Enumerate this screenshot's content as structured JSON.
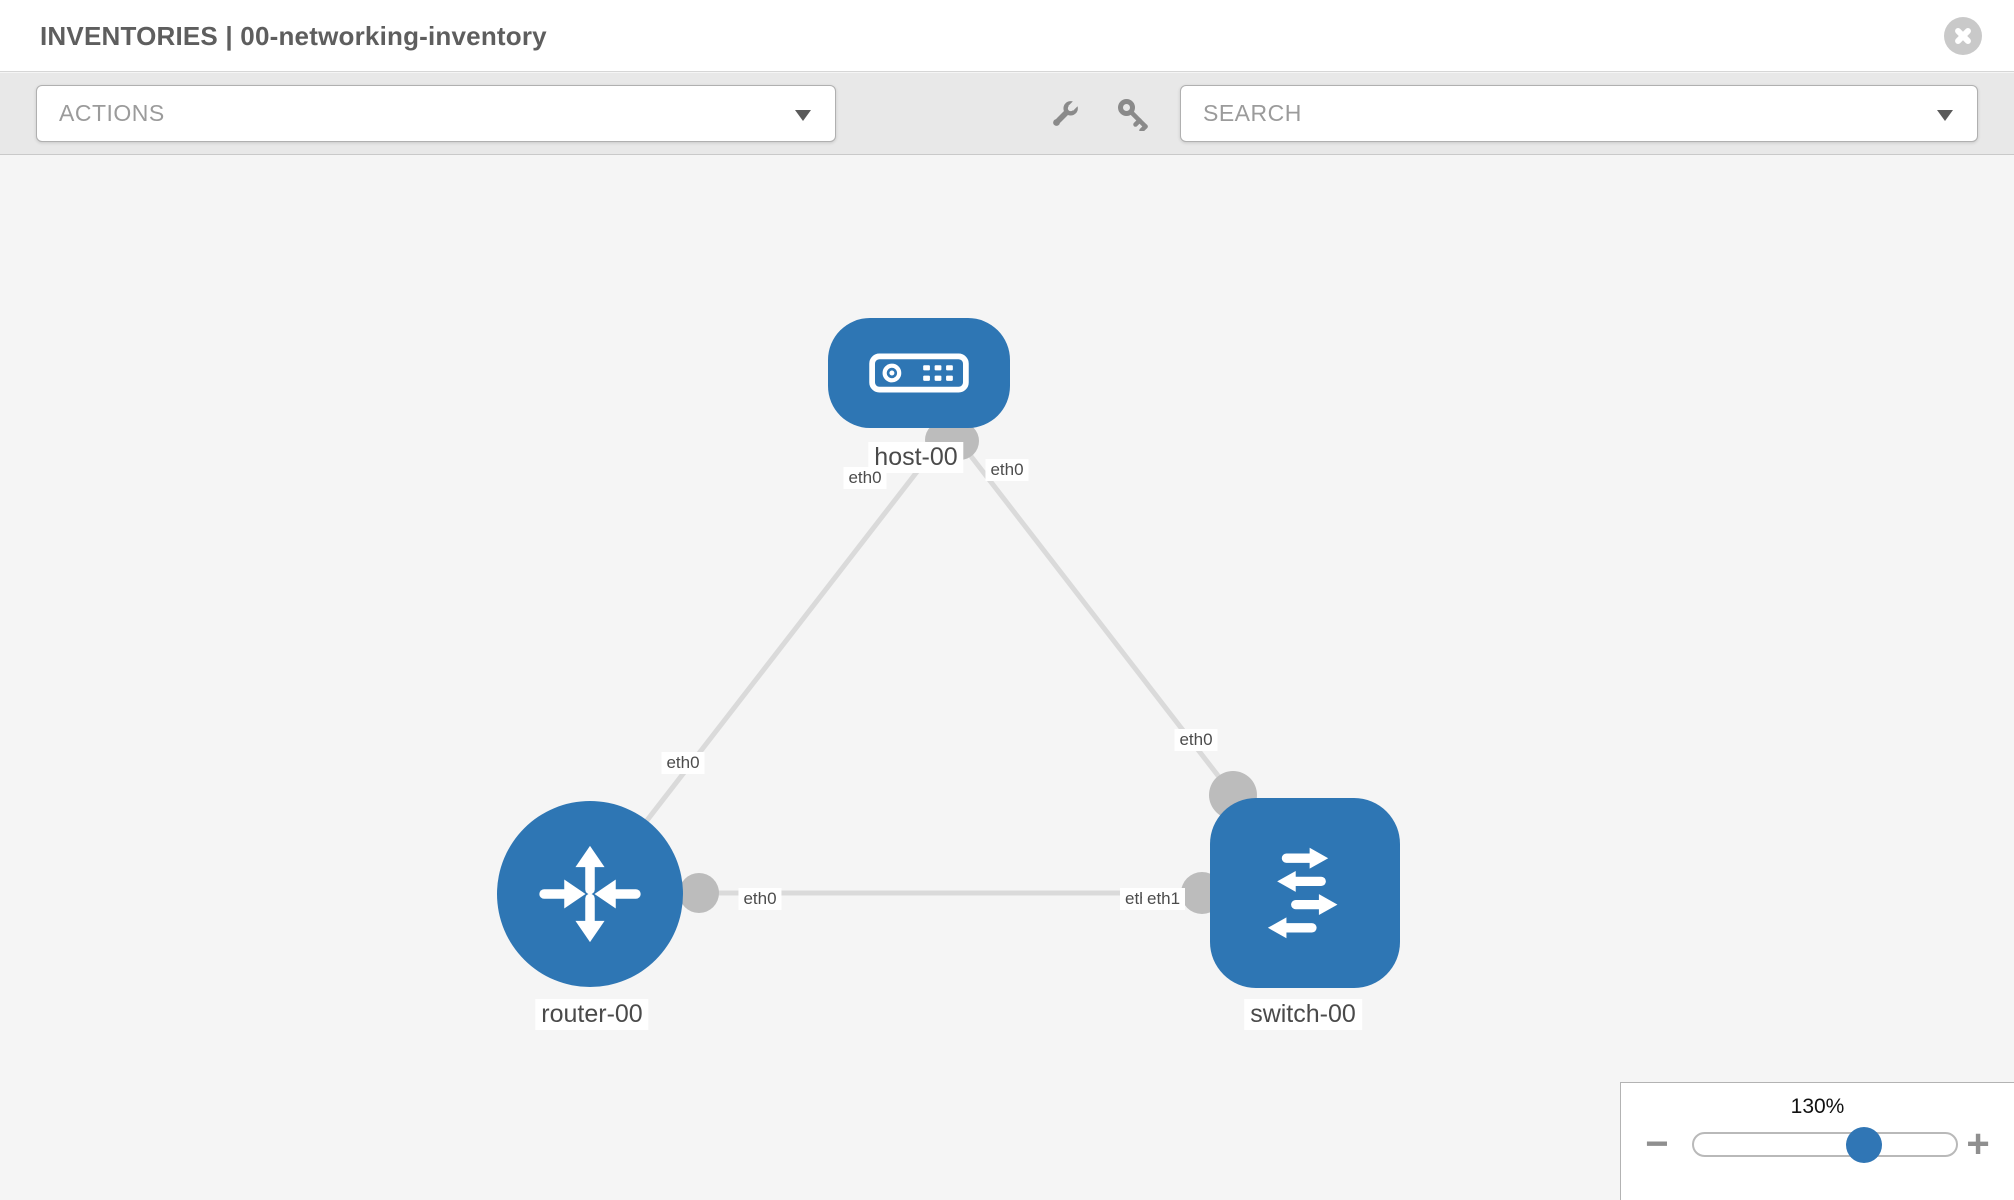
{
  "header": {
    "title": "INVENTORIES | 00-networking-inventory"
  },
  "toolbar": {
    "actions_label": "ACTIONS",
    "search_label": "SEARCH",
    "icons": [
      "wrench-icon",
      "key-icon"
    ]
  },
  "topology": {
    "nodes": [
      {
        "id": "host-00",
        "type": "host",
        "label": "host-00"
      },
      {
        "id": "router-00",
        "type": "router",
        "label": "router-00"
      },
      {
        "id": "switch-00",
        "type": "switch",
        "label": "switch-00"
      }
    ],
    "links": [
      {
        "from": "host-00",
        "from_interface": "eth0",
        "to": "router-00",
        "to_interface": "eth0"
      },
      {
        "from": "host-00",
        "from_interface": "eth0",
        "to": "switch-00",
        "to_interface": "eth0"
      },
      {
        "from": "router-00",
        "from_interface": "eth0",
        "to": "switch-00",
        "to_interface": "eth1",
        "to_interface_overlap": "eth0"
      }
    ]
  },
  "zoom_control": {
    "value": "130%",
    "minus_label": "−",
    "plus_label": "+"
  },
  "colors": {
    "node_blue": "#2e76b4",
    "link_gray": "#dadada",
    "connector_gray": "#bcbcbc",
    "toolbar_gray": "#e8e8e8",
    "canvas_gray": "#f5f5f5"
  }
}
